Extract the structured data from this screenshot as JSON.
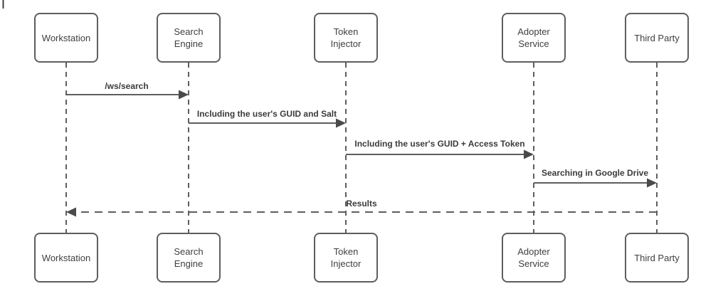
{
  "colors": {
    "background": "#ffffff",
    "line": "#5e5e5e",
    "arrowhead": "#4a4a4a",
    "box_border": "#5e5e5e",
    "box_fill": "#ffffff",
    "box_text": "#3f3f3f",
    "label_text": "#3b3b3b"
  },
  "diagram": {
    "type": "sequence-diagram",
    "participants": [
      {
        "name": "Workstation"
      },
      {
        "name": "Search Engine"
      },
      {
        "name": "Token Injector"
      },
      {
        "name": "Adopter Service"
      },
      {
        "name": "Third Party"
      }
    ],
    "messages": [
      {
        "label": "/ws/search",
        "from": "Workstation",
        "to": "Search Engine",
        "line": "solid"
      },
      {
        "label": "Including the user's GUID and Salt",
        "from": "Search Engine",
        "to": "Token Injector",
        "line": "solid"
      },
      {
        "label": "Including the user's GUID + Access Token",
        "from": "Token Injector",
        "to": "Adopter Service",
        "line": "solid"
      },
      {
        "label": "Searching in Google Drive",
        "from": "Adopter Service",
        "to": "Third Party",
        "line": "solid"
      },
      {
        "label": "Results",
        "from": "Third Party",
        "to": "Workstation",
        "line": "dashed"
      }
    ]
  }
}
